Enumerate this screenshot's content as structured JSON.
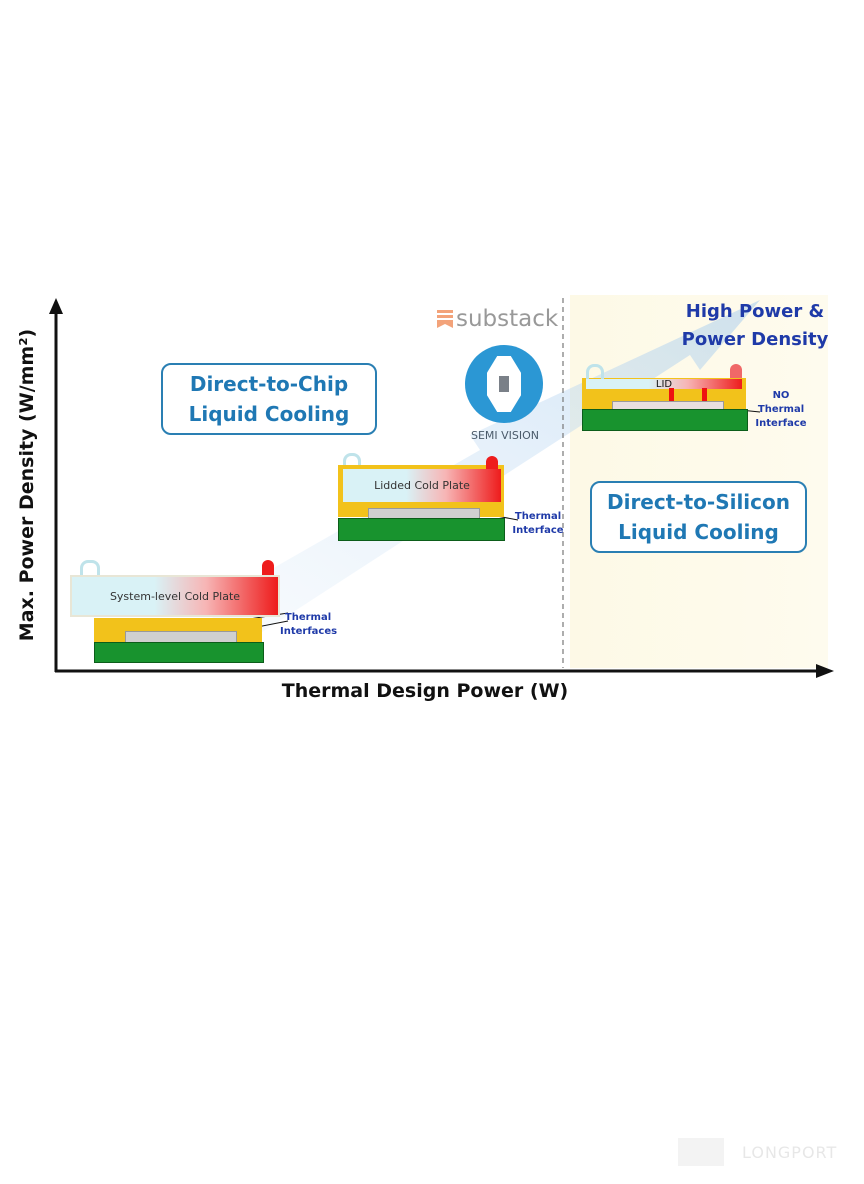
{
  "axes": {
    "y_label": "Max. Power Density (W/mm²)",
    "x_label": "Thermal Design Power (W)"
  },
  "regions": {
    "left": {
      "label": "Direct-to-Chip Liquid Cooling",
      "line1": "Direct-to-Chip",
      "line2": "Liquid Cooling"
    },
    "right": {
      "line1": "Direct-to-Silicon",
      "line2": "Liquid Cooling",
      "headline1": "High Power &",
      "headline2": "Power Density"
    }
  },
  "diagrams": {
    "system_level": {
      "plate_label": "System-level Cold Plate",
      "note1": "Thermal",
      "note2": "Interfaces"
    },
    "lidded": {
      "plate_label": "Lidded Cold Plate",
      "note1": "Thermal",
      "note2": "Interface"
    },
    "direct_silicon": {
      "lid_label": "LID",
      "note1": "NO",
      "note2": "Thermal",
      "note3": "Interface"
    }
  },
  "branding": {
    "substack": "substack",
    "semi_vision": "SEMI VISION",
    "watermark": "LONGPORT"
  },
  "colors": {
    "accent_blue": "#1f78b4",
    "note_blue": "#1f3aa8",
    "hot": "#ee1c1c",
    "cool": "#d9f2f6",
    "pcb": "#18932e",
    "lid": "#f2c21b"
  }
}
